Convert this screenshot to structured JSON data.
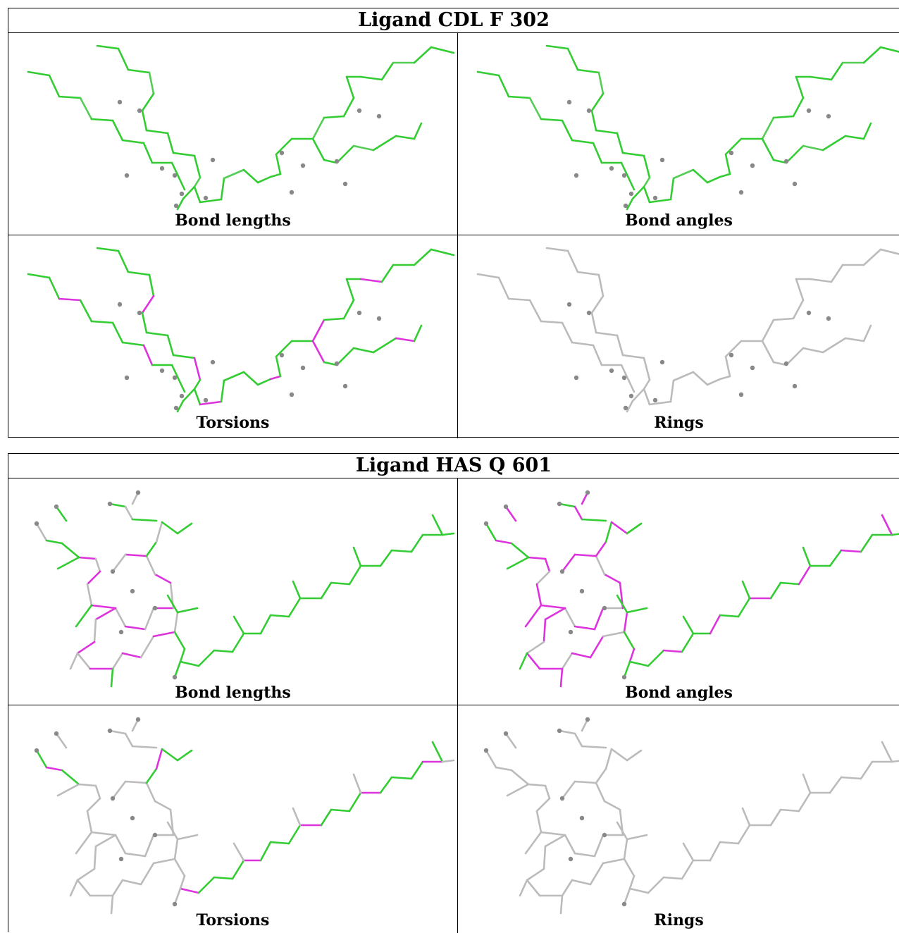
{
  "ligands": [
    {
      "title": "Ligand CDL F 302",
      "panels": [
        {
          "caption": "Bond lengths",
          "style": "green-all"
        },
        {
          "caption": "Bond angles",
          "style": "green-all"
        },
        {
          "caption": "Torsions",
          "style": "green-magenta"
        },
        {
          "caption": "Rings",
          "style": "gray"
        }
      ]
    },
    {
      "title": "Ligand HAS Q 601",
      "panels": [
        {
          "caption": "Bond lengths",
          "style": "lengths"
        },
        {
          "caption": "Bond angles",
          "style": "angles"
        },
        {
          "caption": "Torsions",
          "style": "torsions"
        },
        {
          "caption": "Rings",
          "style": "gray"
        }
      ]
    }
  ],
  "colors": {
    "ok": "#33cc33",
    "outlier": "#dd33dd",
    "unchecked": "#bbbbbb",
    "atom": "#888888"
  }
}
